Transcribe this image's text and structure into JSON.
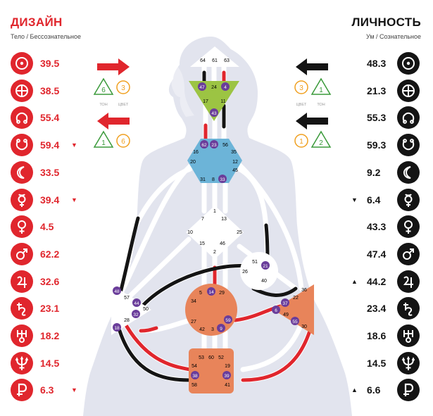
{
  "colors": {
    "design": "#e0262d",
    "personality": "#141414",
    "silhouette": "#e2e4ee",
    "head_center": "#ffffff",
    "ajna_center": "#9cc443",
    "throat_center": "#6cb4d8",
    "sacral_center": "#e8845a",
    "gate_badge": "#6a3d9a"
  },
  "design": {
    "title": "ДИЗАЙН",
    "subtitle": "Тело / Бессознательное",
    "planets": [
      {
        "icon": "sun-icon",
        "value": "39.5",
        "arrow": ""
      },
      {
        "icon": "earth-icon",
        "value": "38.5",
        "arrow": ""
      },
      {
        "icon": "north-node-icon",
        "value": "55.4",
        "arrow": ""
      },
      {
        "icon": "south-node-icon",
        "value": "59.4",
        "arrow": "▼"
      },
      {
        "icon": "moon-icon",
        "value": "33.5",
        "arrow": ""
      },
      {
        "icon": "mercury-icon",
        "value": "39.4",
        "arrow": "▼"
      },
      {
        "icon": "venus-icon",
        "value": "4.5",
        "arrow": ""
      },
      {
        "icon": "mars-icon",
        "value": "62.2",
        "arrow": ""
      },
      {
        "icon": "jupiter-icon",
        "value": "32.6",
        "arrow": ""
      },
      {
        "icon": "saturn-icon",
        "value": "23.1",
        "arrow": ""
      },
      {
        "icon": "uranus-icon",
        "value": "18.2",
        "arrow": ""
      },
      {
        "icon": "neptune-icon",
        "value": "14.5",
        "arrow": ""
      },
      {
        "icon": "pluto-icon",
        "value": "6.3",
        "arrow": "▼"
      }
    ],
    "variables": [
      {
        "tone": "6",
        "color": "3"
      },
      {
        "tone": "1",
        "color": "6"
      }
    ],
    "tone_label": "ТОН",
    "color_label": "ЦВЕТ"
  },
  "personality": {
    "title": "ЛИЧНОСТЬ",
    "subtitle": "Ум / Сознательное",
    "planets": [
      {
        "icon": "sun-icon",
        "value": "48.3",
        "arrow": ""
      },
      {
        "icon": "earth-icon",
        "value": "21.3",
        "arrow": ""
      },
      {
        "icon": "north-node-icon",
        "value": "55.3",
        "arrow": ""
      },
      {
        "icon": "south-node-icon",
        "value": "59.3",
        "arrow": ""
      },
      {
        "icon": "moon-icon",
        "value": "9.2",
        "arrow": ""
      },
      {
        "icon": "mercury-icon",
        "value": "6.4",
        "arrow": "▼"
      },
      {
        "icon": "venus-icon",
        "value": "43.3",
        "arrow": ""
      },
      {
        "icon": "mars-icon",
        "value": "47.4",
        "arrow": ""
      },
      {
        "icon": "jupiter-icon",
        "value": "44.2",
        "arrow": "▲"
      },
      {
        "icon": "saturn-icon",
        "value": "23.4",
        "arrow": ""
      },
      {
        "icon": "uranus-icon",
        "value": "18.6",
        "arrow": ""
      },
      {
        "icon": "neptune-icon",
        "value": "14.5",
        "arrow": ""
      },
      {
        "icon": "pluto-icon",
        "value": "6.6",
        "arrow": "▲"
      }
    ],
    "variables": [
      {
        "color": "3",
        "tone": "1"
      },
      {
        "color": "1",
        "tone": "2"
      }
    ],
    "tone_label": "ТОН",
    "color_label": "ЦВЕТ"
  },
  "bodygraph": {
    "head": {
      "gates": [
        "64",
        "61",
        "63"
      ]
    },
    "ajna": {
      "gates": [
        "47",
        "24",
        "4",
        "17",
        "11",
        "43"
      ],
      "active": [
        "47",
        "4",
        "43"
      ]
    },
    "throat": {
      "gates": [
        "62",
        "23",
        "56",
        "16",
        "35",
        "20",
        "12",
        "45",
        "31",
        "8",
        "33"
      ],
      "active": [
        "62",
        "23",
        "33"
      ]
    },
    "g": {
      "gates": [
        "1",
        "7",
        "13",
        "10",
        "25",
        "15",
        "2",
        "46"
      ],
      "active": []
    },
    "heart": {
      "gates": [
        "51",
        "21",
        "26",
        "40"
      ],
      "active": [
        "21"
      ]
    },
    "spleen": {
      "gates": [
        "48",
        "57",
        "44",
        "50",
        "32",
        "28",
        "18"
      ],
      "active": [
        "48",
        "44",
        "32",
        "18"
      ]
    },
    "sacral": {
      "gates": [
        "5",
        "14",
        "29",
        "34",
        "27",
        "42",
        "3",
        "59",
        "9"
      ],
      "active": [
        "14",
        "59",
        "9"
      ]
    },
    "solar_plexus": {
      "gates": [
        "36",
        "22",
        "37",
        "6",
        "49",
        "55",
        "30"
      ],
      "active": [
        "37",
        "6",
        "55"
      ]
    },
    "root": {
      "gates": [
        "53",
        "60",
        "52",
        "54",
        "19",
        "38",
        "39",
        "58",
        "41"
      ],
      "active": [
        "38",
        "39"
      ]
    }
  }
}
